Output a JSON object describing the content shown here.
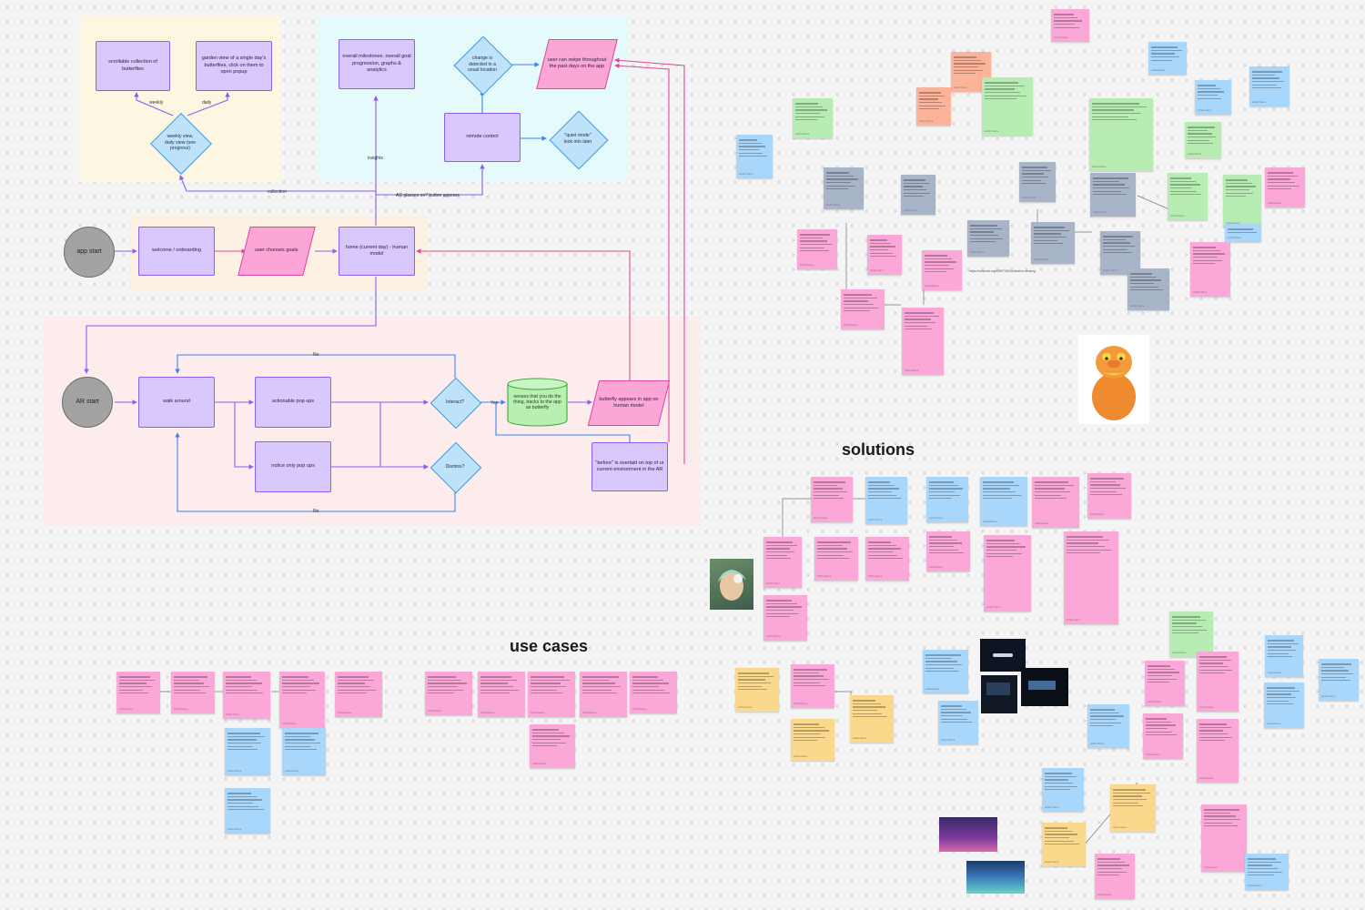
{
  "flowchart": {
    "app_start": "app start",
    "welcome": "welcome / onboarding",
    "user_chooses_goals": "user chooses goals",
    "home": "home (current day) - human model",
    "weekly_view": "weekly view, daily view (see progress)",
    "scrollable_collection": "scrollable collection of butterflies",
    "garden_view": "garden view of a single day's butterflies, click on them to open popup",
    "overall_milestones": "overall milestones, overall goal progression, graphs & analytics",
    "remote_control": "remote control",
    "change_detected": "change is detected in a usual location",
    "user_can_swipe": "user can swipe throughout the past days on the app",
    "quiet_mode": "\"quiet mode\" look into later",
    "ar_start": "AR start",
    "walk_around": "walk around",
    "actionable_popups": "actionable pop ups",
    "notice_only_popups": "notice only pop ups",
    "interact": "Interact?",
    "dismiss": "Dismiss?",
    "senses": "senses that you do the thing, tracks to the app as butterfly",
    "butterfly_appears": "butterfly appears in app on human model",
    "before_overlaid": "\"before\" is overlaid on top of ur current environment in the AR",
    "labels": {
      "weekly": "weekly",
      "daily": "daily",
      "insights": "insights",
      "collection": "collection",
      "ar_glasses": "AR glasses on? button appears",
      "no_top": "No",
      "no_bottom": "No",
      "yes": "Yes"
    }
  },
  "headings": {
    "solutions": "solutions",
    "use_cases": "use cases"
  },
  "link_text": "https://unsurvb.org/s/897760/collective-sensing",
  "sticky_author": "Author Name",
  "colors": {
    "process_fill": "#d8c8fb",
    "io_fill": "#fba6d6",
    "decision_fill": "#bfe2fb",
    "data_fill": "#b7f0b0",
    "region_yellow": "#fdf7e1",
    "region_cyan": "#e4fafb",
    "region_peach": "#fdf1e4",
    "region_pink": "#fdecec",
    "edge_purple": "#8b5cf6",
    "edge_pink": "#e0489c",
    "edge_blue": "#3b82f6"
  }
}
